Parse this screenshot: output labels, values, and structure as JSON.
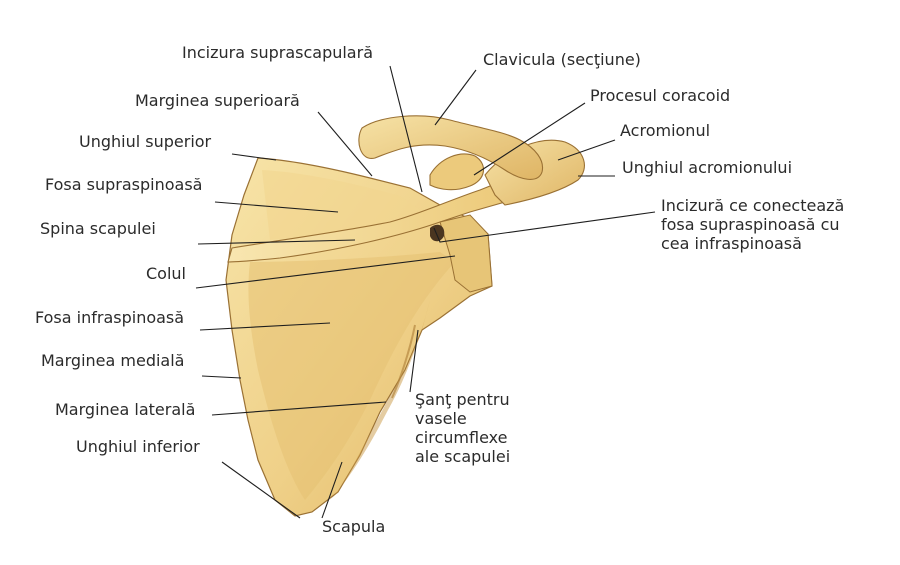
{
  "colors": {
    "bone_light": "#f4dc9a",
    "bone_mid": "#e8c272",
    "bone_shadow": "#c99a45",
    "bone_outline": "#9a7134",
    "leader_line": "#1e1e1e",
    "label_text": "#2b2b2b"
  },
  "labels": {
    "incizura_suprascapulara": "Incizura suprascapulară",
    "clavicula": "Clavicula (secţiune)",
    "marginea_superioara": "Marginea superioară",
    "procesul_coracoid": "Procesul coracoid",
    "acromionul": "Acromionul",
    "unghiul_superior": "Unghiul superior",
    "unghiul_acromionului": "Unghiul acromionului",
    "fosa_supraspinoasa": "Fosa supraspinoasă",
    "incizura_conecteaza": "Incizură ce conectează\nfosa supraspinoasă cu\ncea infraspinoasă",
    "spina_scapulei": "Spina scapulei",
    "colul": "Colul",
    "fosa_infraspinoasa": "Fosa infraspinoasă",
    "marginea_mediala": "Marginea medială",
    "sant_vase": "Şanţ pentru\nvasele\ncircumflexe\nale scapulei",
    "marginea_laterala": "Marginea laterală",
    "unghiul_inferior": "Unghiul inferior",
    "scapula": "Scapula"
  }
}
